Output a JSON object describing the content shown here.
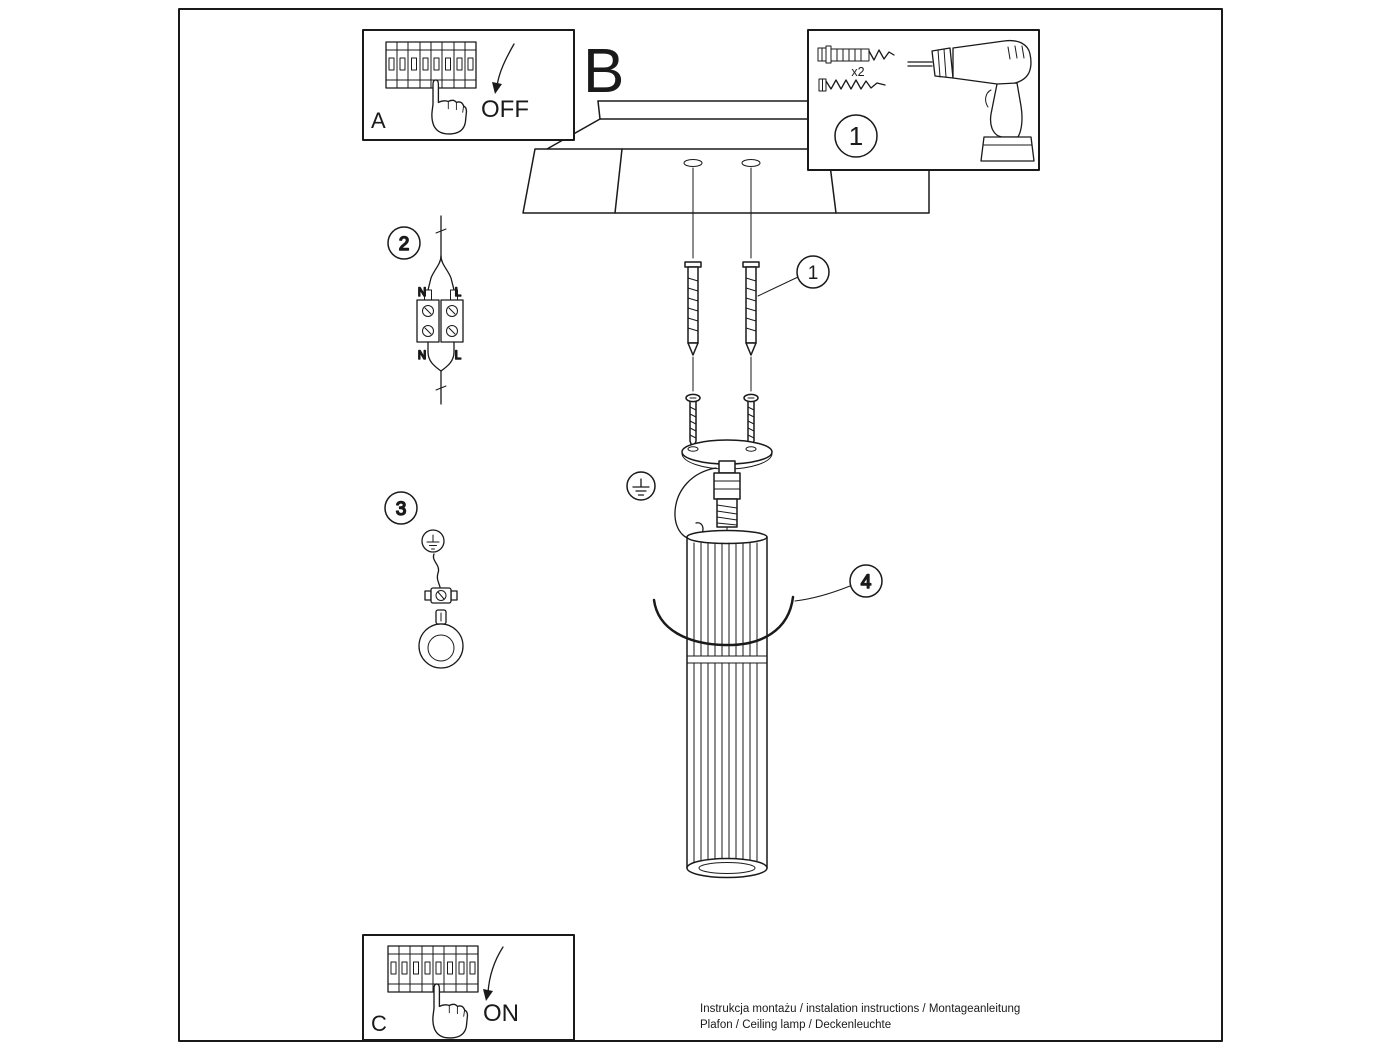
{
  "colors": {
    "ink": "#1a1a1a",
    "paper": "#ffffff"
  },
  "sections": {
    "a": {
      "label": "A",
      "switch_state": "OFF"
    },
    "b": {
      "label": "B"
    },
    "c": {
      "label": "C",
      "switch_state": "ON"
    }
  },
  "toolbox": {
    "step_number": "1",
    "quantity": "x2"
  },
  "callouts": {
    "step1": "1",
    "step2": "2",
    "step3": "3",
    "step4": "4"
  },
  "wiring_labels": {
    "top_neutral": "N",
    "top_live": "L",
    "bottom_neutral": "N",
    "bottom_live": "L"
  },
  "footer": {
    "line1": "Instrukcja montażu / instalation instructions / Montageanleitung",
    "line2": "Plafon / Ceiling lamp / Deckenleuchte"
  }
}
